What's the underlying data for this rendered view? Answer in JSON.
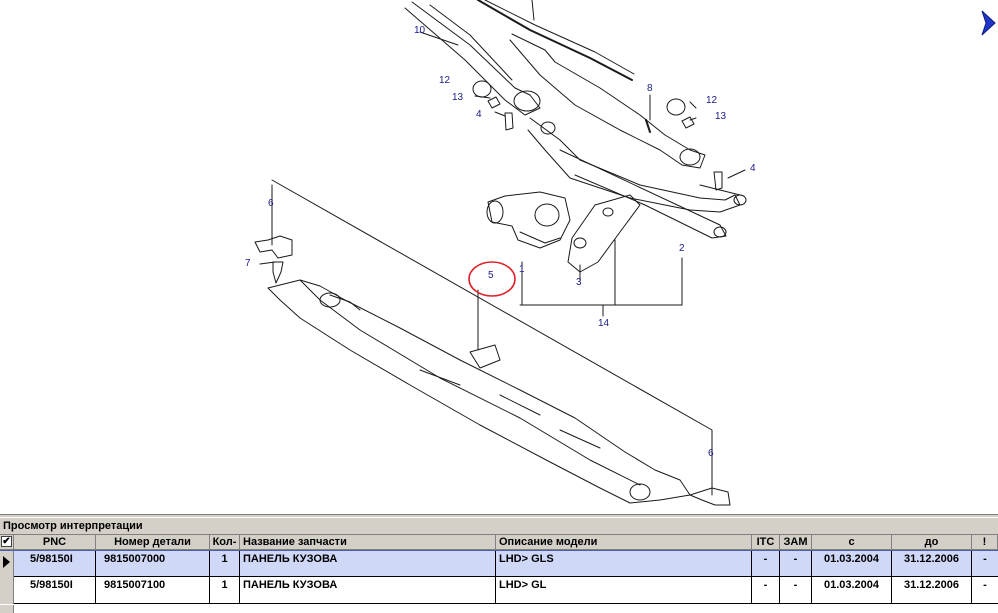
{
  "diagram": {
    "callouts": [
      {
        "text": "10"
      },
      {
        "text": "12"
      },
      {
        "text": "13"
      },
      {
        "text": "4"
      },
      {
        "text": "8"
      },
      {
        "text": "12"
      },
      {
        "text": "13"
      },
      {
        "text": "4"
      },
      {
        "text": "6"
      },
      {
        "text": "7"
      },
      {
        "text": "5"
      },
      {
        "text": "1"
      },
      {
        "text": "3"
      },
      {
        "text": "2"
      },
      {
        "text": "14"
      },
      {
        "text": "6"
      }
    ],
    "highlight_color": "#e0202a",
    "line_color": "#1a1a1a",
    "label_color": "#1a1a8c"
  },
  "panel": {
    "title": "Просмотр интерпретации",
    "columns": [
      "✔",
      "PNC",
      "Номер детали",
      "Кол-",
      "Название запчасти",
      "Описание модели",
      "ITC",
      "ЗАМ",
      "с",
      "до",
      "!"
    ],
    "rows": [
      {
        "pnc": "5/98150I",
        "part_no": "9815007000",
        "qty": "1",
        "name": "ПАНЕЛЬ КУЗОВА",
        "model": "LHD> GLS",
        "itc": "-",
        "zam": "-",
        "from": "01.03.2004",
        "to": "31.12.2006",
        "flag": "-"
      },
      {
        "pnc": "5/98150I",
        "part_no": "9815007100",
        "qty": "1",
        "name": "ПАНЕЛЬ КУЗОВА",
        "model": "LHD> GL",
        "itc": "-",
        "zam": "-",
        "from": "01.03.2004",
        "to": "31.12.2006",
        "flag": "-"
      }
    ],
    "selected_color": "#cfd8f6"
  }
}
